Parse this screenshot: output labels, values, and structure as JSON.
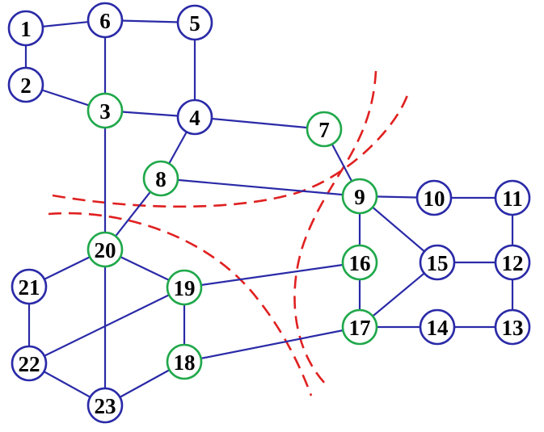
{
  "colors": {
    "edge": "#2a2aa8",
    "node_default": "#2a2aa8",
    "node_highlight": "#1fa84a",
    "cut_line": "#e02020"
  },
  "nodes": [
    {
      "id": "1",
      "label": "1",
      "highlight": false
    },
    {
      "id": "2",
      "label": "2",
      "highlight": false
    },
    {
      "id": "3",
      "label": "3",
      "highlight": true
    },
    {
      "id": "4",
      "label": "4",
      "highlight": false
    },
    {
      "id": "5",
      "label": "5",
      "highlight": false
    },
    {
      "id": "6",
      "label": "6",
      "highlight": false
    },
    {
      "id": "7",
      "label": "7",
      "highlight": true
    },
    {
      "id": "8",
      "label": "8",
      "highlight": true
    },
    {
      "id": "9",
      "label": "9",
      "highlight": true
    },
    {
      "id": "10",
      "label": "10",
      "highlight": false
    },
    {
      "id": "11",
      "label": "11",
      "highlight": false
    },
    {
      "id": "12",
      "label": "12",
      "highlight": false
    },
    {
      "id": "13",
      "label": "13",
      "highlight": false
    },
    {
      "id": "14",
      "label": "14",
      "highlight": false
    },
    {
      "id": "15",
      "label": "15",
      "highlight": false
    },
    {
      "id": "16",
      "label": "16",
      "highlight": true
    },
    {
      "id": "17",
      "label": "17",
      "highlight": true
    },
    {
      "id": "18",
      "label": "18",
      "highlight": true
    },
    {
      "id": "19",
      "label": "19",
      "highlight": true
    },
    {
      "id": "20",
      "label": "20",
      "highlight": true
    },
    {
      "id": "21",
      "label": "21",
      "highlight": false
    },
    {
      "id": "22",
      "label": "22",
      "highlight": false
    },
    {
      "id": "23",
      "label": "23",
      "highlight": false
    }
  ],
  "edges": [
    [
      "1",
      "6"
    ],
    [
      "1",
      "2"
    ],
    [
      "6",
      "5"
    ],
    [
      "6",
      "3"
    ],
    [
      "2",
      "3"
    ],
    [
      "5",
      "4"
    ],
    [
      "3",
      "4"
    ],
    [
      "3",
      "20"
    ],
    [
      "4",
      "7"
    ],
    [
      "4",
      "8"
    ],
    [
      "7",
      "9"
    ],
    [
      "8",
      "9"
    ],
    [
      "8",
      "20"
    ],
    [
      "9",
      "10"
    ],
    [
      "10",
      "11"
    ],
    [
      "11",
      "12"
    ],
    [
      "9",
      "16"
    ],
    [
      "9",
      "15"
    ],
    [
      "15",
      "12"
    ],
    [
      "12",
      "13"
    ],
    [
      "16",
      "17"
    ],
    [
      "15",
      "17"
    ],
    [
      "17",
      "14"
    ],
    [
      "14",
      "13"
    ],
    [
      "20",
      "21"
    ],
    [
      "20",
      "19"
    ],
    [
      "20",
      "23"
    ],
    [
      "21",
      "22"
    ],
    [
      "19",
      "16"
    ],
    [
      "19",
      "22"
    ],
    [
      "19",
      "18"
    ],
    [
      "18",
      "17"
    ],
    [
      "18",
      "23"
    ],
    [
      "22",
      "23"
    ]
  ]
}
